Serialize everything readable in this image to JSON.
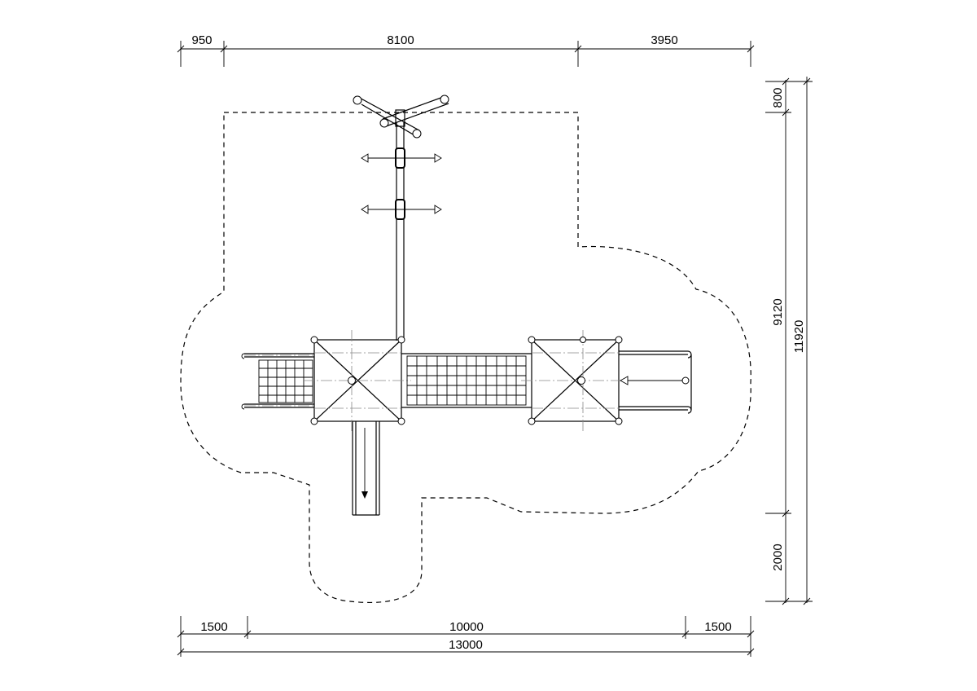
{
  "dimensions": {
    "top": [
      "950",
      "8100",
      "3950"
    ],
    "right_outer": "11920",
    "right_inner": [
      "800",
      "9120",
      "2000"
    ],
    "bottom_inner": [
      "1500",
      "10000",
      "1500"
    ],
    "bottom_total": "13000"
  }
}
